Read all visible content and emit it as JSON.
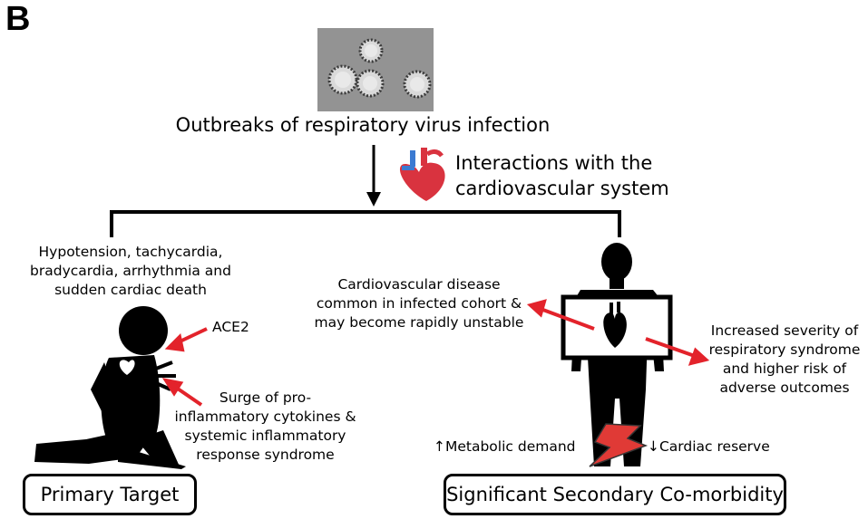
{
  "panel_label": "B",
  "title": "Outbreaks of respiratory virus infection",
  "interactions": {
    "line1": "Interactions with the",
    "line2": "cardiovascular system"
  },
  "left": {
    "symptoms": [
      "Hypotension, tachycardia,",
      "bradycardia, arrhythmia and",
      "sudden cardiac death"
    ],
    "ace2": "ACE2",
    "surge": [
      "Surge of pro-",
      "inflammatory cytokines &",
      "systemic inflammatory",
      "response syndrome"
    ],
    "box_label": "Primary Target"
  },
  "right": {
    "cvd": [
      "Cardiovascular disease",
      "common in infected cohort &",
      "may become rapidly unstable"
    ],
    "severity": [
      "Increased severity of",
      "respiratory syndrome",
      "and higher risk of",
      "adverse outcomes"
    ],
    "metabolic": "↑Metabolic demand",
    "cardiac": "↓Cardiac reserve",
    "box_label": "Significant Secondary Co-morbidity"
  },
  "colors": {
    "arrow_red": "#e3232b",
    "heart_red": "#d9333f",
    "lightning_red": "#e03a36"
  }
}
